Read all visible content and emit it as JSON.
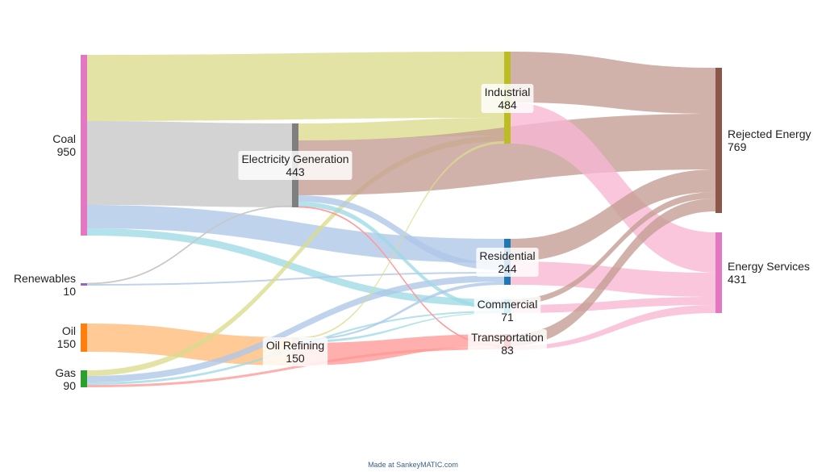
{
  "nodes": [
    {
      "id": "coal",
      "name": "Coal",
      "value": "950",
      "color": "#e377c2"
    },
    {
      "id": "renewables",
      "name": "Renewables",
      "value": "10",
      "color": "#9467bd"
    },
    {
      "id": "oil",
      "name": "Oil",
      "value": "150",
      "color": "#ff7f0e"
    },
    {
      "id": "gas",
      "name": "Gas",
      "value": "90",
      "color": "#2ca02c"
    },
    {
      "id": "elec",
      "name": "Electricity Generation",
      "value": "443",
      "color": "#7f7f7f"
    },
    {
      "id": "refining",
      "name": "Oil Refining",
      "value": "150",
      "color": "#d7b2a0"
    },
    {
      "id": "industrial",
      "name": "Industrial",
      "value": "484",
      "color": "#bcbd22"
    },
    {
      "id": "residential",
      "name": "Residential",
      "value": "244",
      "color": "#1f77b4"
    },
    {
      "id": "commercial",
      "name": "Commercial",
      "value": "71",
      "color": "#17becf"
    },
    {
      "id": "transportation",
      "name": "Transportation",
      "value": "83",
      "color": "#d62728"
    },
    {
      "id": "rejected",
      "name": "Rejected Energy",
      "value": "769",
      "color": "#8c564b"
    },
    {
      "id": "services",
      "name": "Energy Services",
      "value": "431",
      "color": "#e377c2"
    }
  ],
  "flows": [
    {
      "from": "coal",
      "to": "industrial",
      "color": "#dbdb8d"
    },
    {
      "from": "coal",
      "to": "elec",
      "color": "#c7c7c7"
    },
    {
      "from": "coal",
      "to": "residential",
      "color": "#aec7e8"
    },
    {
      "from": "coal",
      "to": "commercial",
      "color": "#9edae5"
    },
    {
      "from": "renewables",
      "to": "elec",
      "color": "#c7c7c7"
    },
    {
      "from": "renewables",
      "to": "residential",
      "color": "#aec7e8"
    },
    {
      "from": "oil",
      "to": "refining",
      "color": "#ffbb78"
    },
    {
      "from": "gas",
      "to": "industrial",
      "color": "#dbdb8d"
    },
    {
      "from": "gas",
      "to": "residential",
      "color": "#aec7e8"
    },
    {
      "from": "gas",
      "to": "commercial",
      "color": "#9edae5"
    },
    {
      "from": "gas",
      "to": "transportation",
      "color": "#ff9896"
    },
    {
      "from": "elec",
      "to": "industrial",
      "color": "#dbdb8d"
    },
    {
      "from": "elec",
      "to": "rejected",
      "color": "#c49c94"
    },
    {
      "from": "elec",
      "to": "residential",
      "color": "#aec7e8"
    },
    {
      "from": "elec",
      "to": "commercial",
      "color": "#9edae5"
    },
    {
      "from": "elec",
      "to": "transportation",
      "color": "#ff9896"
    },
    {
      "from": "refining",
      "to": "industrial",
      "color": "#dbdb8d"
    },
    {
      "from": "refining",
      "to": "residential",
      "color": "#aec7e8"
    },
    {
      "from": "refining",
      "to": "commercial",
      "color": "#9edae5"
    },
    {
      "from": "refining",
      "to": "transportation",
      "color": "#ff9896"
    },
    {
      "from": "industrial",
      "to": "rejected",
      "color": "#c49c94"
    },
    {
      "from": "industrial",
      "to": "services",
      "color": "#f7b6d2"
    },
    {
      "from": "residential",
      "to": "rejected",
      "color": "#c49c94"
    },
    {
      "from": "residential",
      "to": "services",
      "color": "#f7b6d2"
    },
    {
      "from": "commercial",
      "to": "rejected",
      "color": "#c49c94"
    },
    {
      "from": "commercial",
      "to": "services",
      "color": "#f7b6d2"
    },
    {
      "from": "transportation",
      "to": "rejected",
      "color": "#c49c94"
    },
    {
      "from": "transportation",
      "to": "services",
      "color": "#f7b6d2"
    }
  ],
  "credit": "Made at SankeyMATIC.com"
}
